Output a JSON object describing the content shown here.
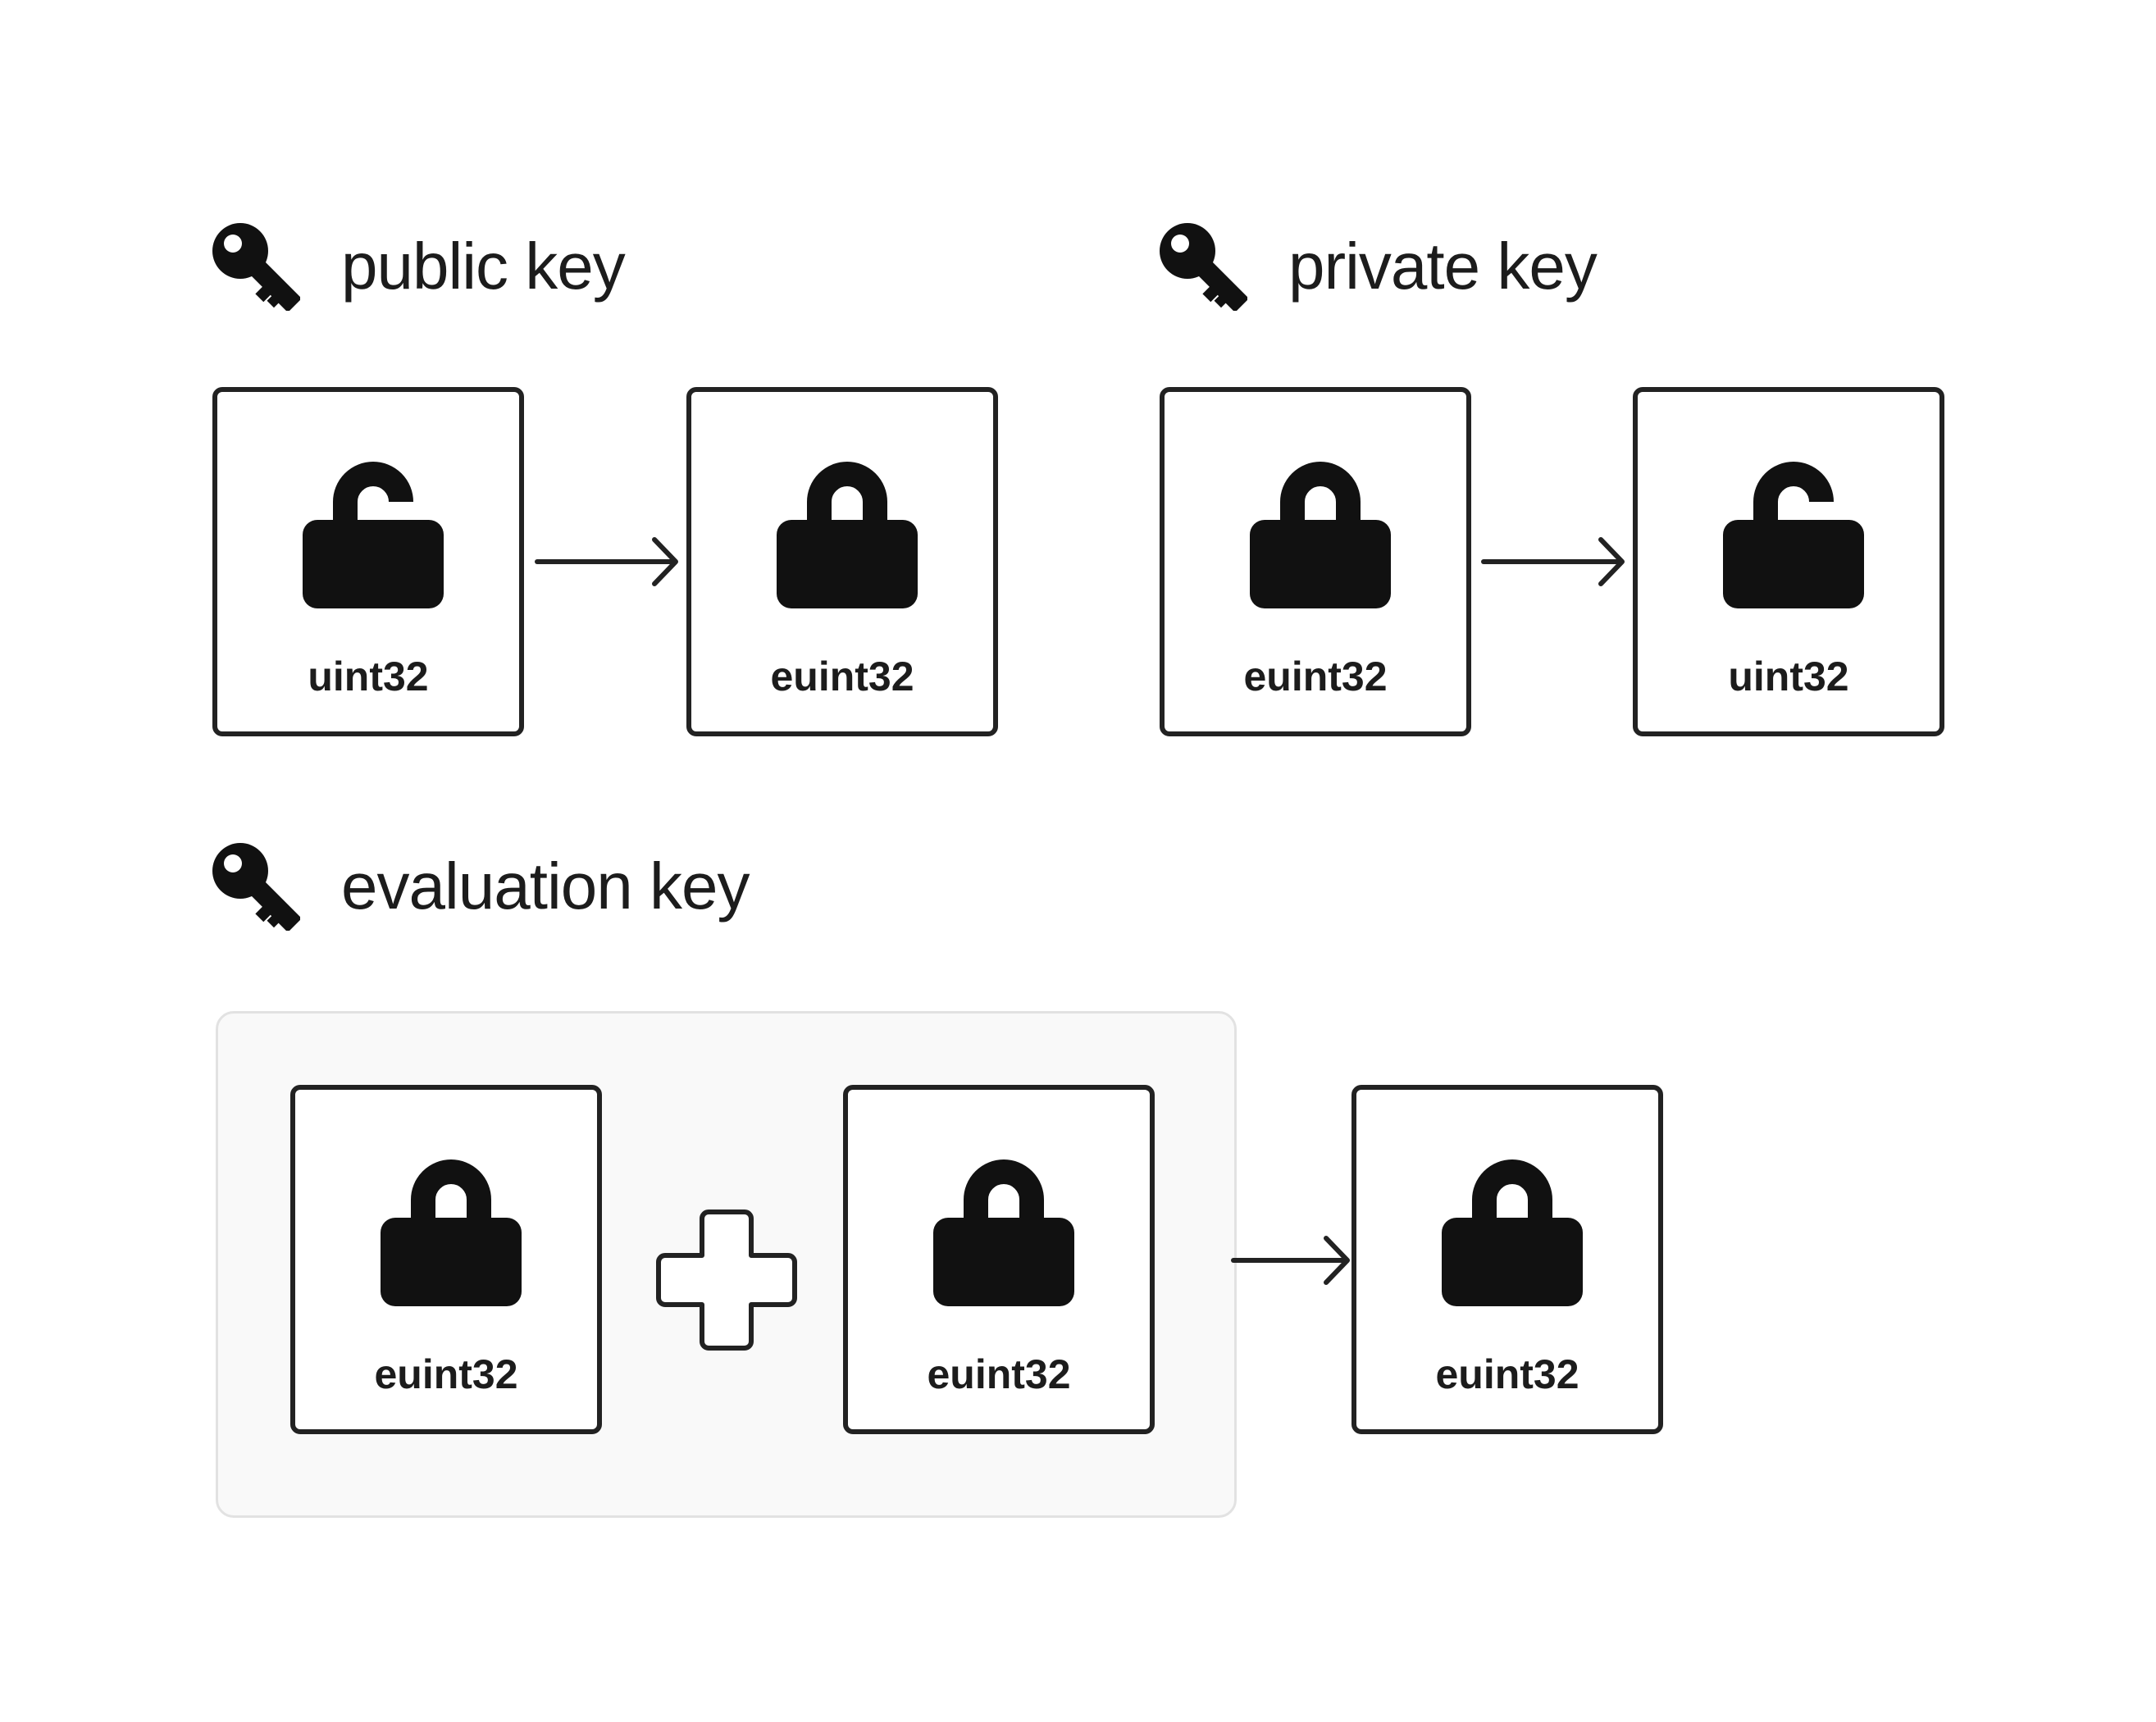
{
  "sections": {
    "public_key": {
      "title": "public key",
      "input_label": "uint32",
      "output_label": "euint32"
    },
    "private_key": {
      "title": "private key",
      "input_label": "euint32",
      "output_label": "uint32"
    },
    "evaluation_key": {
      "title": "evaluation key",
      "operand_a_label": "euint32",
      "operand_b_label": "euint32",
      "result_label": "euint32"
    }
  },
  "icons": {
    "key": "key-icon",
    "lock_open": "lock-open-icon",
    "lock_closed": "lock-closed-icon",
    "arrow": "arrow-right-icon",
    "plus": "plus-icon"
  },
  "colors": {
    "ink": "#1c1c1c",
    "group_background": "#f9f9f9",
    "group_border": "#e2e2e2"
  }
}
